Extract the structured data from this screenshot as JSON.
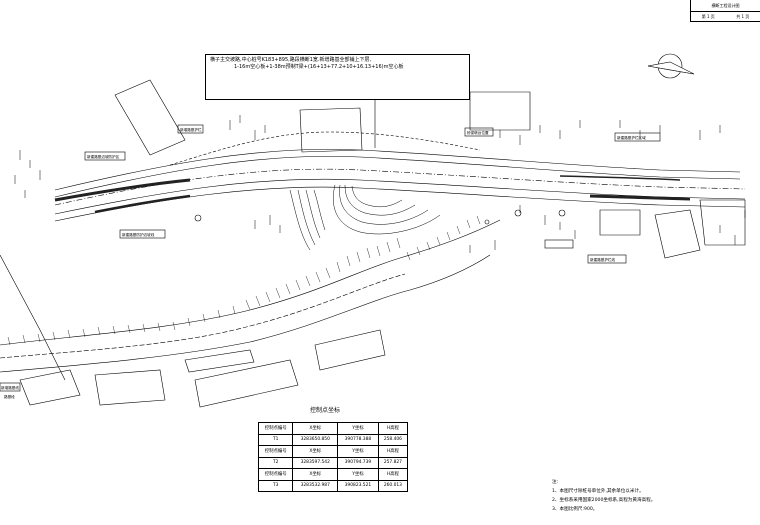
{
  "title_block": {
    "name": "横断工程设计图",
    "sheet_left": "第 1 页",
    "sheet_right": "共 1 页"
  },
  "callout": {
    "line1": "横子主交坡路,中心桩号K183+895,路段横断1宽.新增路基全部铺上下层,",
    "line2": "1-16m空心板+1-38m预制T梁+(16+13+77.2+10+16.13+16)m空心板"
  },
  "labels": {
    "left_section": "新建路基边坡防护区",
    "left_section_2": "新建路基防护边坡线",
    "mid_left_top": "新增路基护栏",
    "mid_right_top": "桥梁墩台位置",
    "right_top": "新建路基护栏区域",
    "right_lower": "新建路基护栏线",
    "bottom_left": "新增路基线",
    "bottom_left_2": "路基段"
  },
  "control_table": {
    "title": "控制点坐标",
    "header": [
      "控制点编号",
      "X坐标",
      "Y坐标",
      "H高程"
    ],
    "rows": [
      {
        "id": "T1",
        "x": "3283650.850",
        "y": "390778.388",
        "h": "258.406"
      },
      {
        "id": "T2",
        "x": "3283597.542",
        "y": "390794.739",
        "h": "257.827"
      },
      {
        "id": "T3",
        "x": "3283532.987",
        "y": "390823.521",
        "h": "260.013"
      }
    ]
  },
  "notes": {
    "title": "注:",
    "items": [
      "1、本图尺寸除桩号单位外,其余单位以米计。",
      "2、坐标系采用国家2000坐标系,高程为黄海高程。",
      "3、本图比例尺:900。"
    ]
  }
}
